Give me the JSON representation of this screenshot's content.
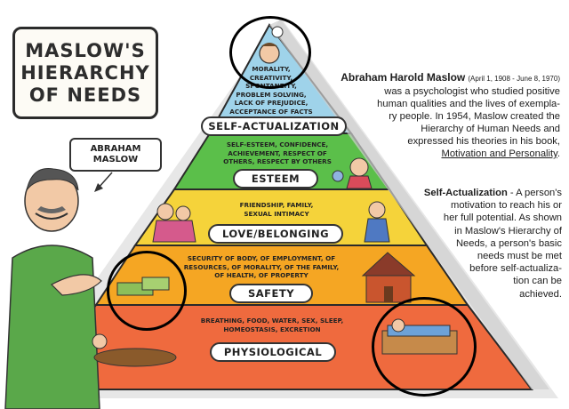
{
  "title": {
    "lines": [
      "MASLOW'S",
      "HIERARCHY",
      "OF NEEDS"
    ]
  },
  "author_tag": {
    "lines": [
      "ABRAHAM",
      "MASLOW"
    ]
  },
  "bio": {
    "name": "Abraham Harold Maslow",
    "dates": "(April 1, 1908 - June 8, 1970)",
    "line1": "was a psychologist who studied positive",
    "line2": "human qualities and the lives of exempla-",
    "line3": "ry people. In 1954, Maslow created the",
    "line4": "Hierarchy of Human Needs and",
    "line5": "expressed his theories in his book,",
    "book": "Motivation and Personality"
  },
  "self_actualization_note": {
    "label": "Self-Actualization",
    "l1": " - A person's",
    "l2": "motivation to reach his or",
    "l3": "her full potential. As shown",
    "l4": "in Maslow's Hierarchy of",
    "l5": "Needs, a person's basic",
    "l6": "needs must be met",
    "l7": "before self-actualiza-",
    "l8": "tion can be",
    "l9": "achieved."
  },
  "levels": {
    "self_actualization": {
      "name": "SELF-ACTUALIZATION",
      "d1": "MORALITY,",
      "d2": "CREATIVITY,",
      "d3": "SPONTANEITY,",
      "d4": "PROBLEM SOLVING,",
      "d5": "LACK OF PREJUDICE,",
      "d6": "ACCEPTANCE OF FACTS"
    },
    "esteem": {
      "name": "ESTEEM",
      "d1": "SELF-ESTEEM, CONFIDENCE,",
      "d2": "ACHIEVEMENT, RESPECT OF",
      "d3": "OTHERS, RESPECT BY OTHERS"
    },
    "love": {
      "name": "LOVE/BELONGING",
      "d1": "FRIENDSHIP, FAMILY,",
      "d2": "SEXUAL INTIMACY"
    },
    "safety": {
      "name": "SAFETY",
      "d1": "SECURITY OF BODY, OF EMPLOYMENT, OF",
      "d2": "RESOURCES, OF MORALITY, OF THE FAMILY,",
      "d3": "OF HEALTH, OF PROPERTY"
    },
    "physiological": {
      "name": "PHYSIOLOGICAL",
      "d1": "BREATHING, FOOD, WATER, SEX, SLEEP,",
      "d2": "HOMEOSTASIS, EXCRETION"
    }
  },
  "colors": {
    "self_actualization": "#9fd3ea",
    "esteem": "#5bbf4a",
    "love": "#f5d33a",
    "safety": "#f5a623",
    "physiological": "#ef6a3e",
    "outline": "#2a2a2a"
  }
}
